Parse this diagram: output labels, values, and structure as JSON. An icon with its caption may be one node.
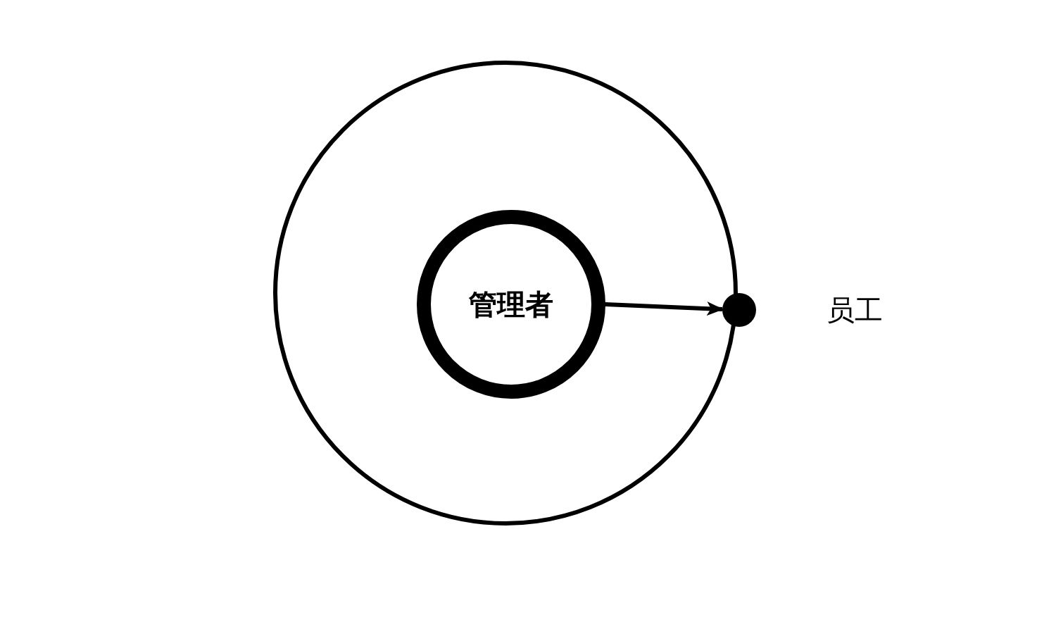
{
  "diagram": {
    "nodes": [
      {
        "text": [],
        "shape": "circle"
      },
      {
        "text": [
          "管理者"
        ],
        "in": 0
      },
      {
        "text": [],
        "shape": "circle",
        "beside": [
          "员工"
        ]
      }
    ],
    "edges": [
      {
        "from": 1,
        "to": 2,
        "arrow": "to"
      }
    ]
  }
}
